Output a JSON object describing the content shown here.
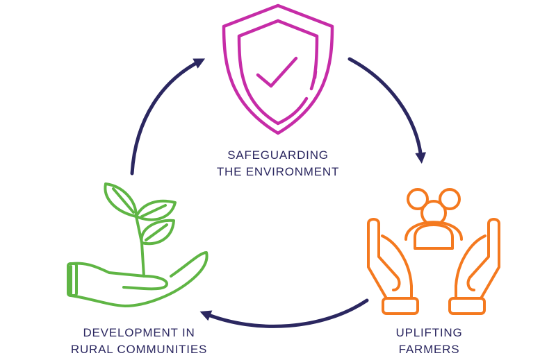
{
  "colors": {
    "shield": "#c62ca7",
    "farmers": "#f4791f",
    "plant": "#5fb544",
    "arrow": "#2b2760",
    "text": "#2b2760"
  },
  "icons": {
    "top": "shield-check-icon",
    "right": "hands-holding-people-icon",
    "left": "hand-holding-sprout-icon"
  },
  "nodes": {
    "top": {
      "line1": "SAFEGUARDING",
      "line2": "THE ENVIRONMENT"
    },
    "right": {
      "line1": "UPLIFTING",
      "line2": "FARMERS"
    },
    "left": {
      "line1": "DEVELOPMENT IN",
      "line2": "RURAL COMMUNITIES"
    }
  }
}
